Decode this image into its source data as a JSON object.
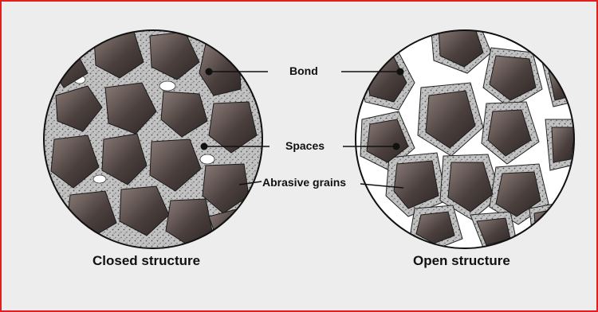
{
  "labels": {
    "bond": "Bond",
    "spaces": "Spaces",
    "abrasive_grains": "Abrasive grains"
  },
  "captions": {
    "left": "Closed structure",
    "right": "Open structure"
  },
  "colors": {
    "frame_border": "#e0201e",
    "background": "#ededed",
    "bond_fill": "#bdbdbd",
    "space_fill": "#ffffff",
    "grain_dark": "#3e3535",
    "grain_light": "#8a7c78",
    "ink": "#111111"
  }
}
